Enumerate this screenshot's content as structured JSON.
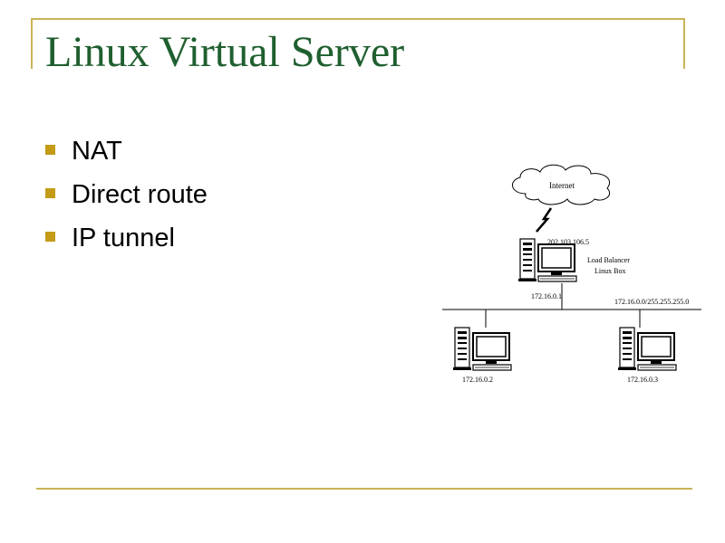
{
  "slide": {
    "title": "Linux Virtual Server",
    "bullets": [
      "NAT",
      "Direct route",
      "IP tunnel"
    ],
    "accent_color": "#c9b458",
    "title_color": "#1f5f2f",
    "bullet_color": "#c49a16"
  },
  "diagram": {
    "cloud_label": "Internet",
    "public_ip": "202.103.106.5",
    "lb_label_1": "Load Balancer",
    "lb_label_2": "Linux Box",
    "lb_internal_ip": "172.16.0.1",
    "network_label": "172.16.0.0/255.255.255.0",
    "server1_ip": "172.16.0.2",
    "server2_ip": "172.16.0.3",
    "icons": [
      "cloud-icon",
      "lightning-icon",
      "computer-icon"
    ]
  }
}
